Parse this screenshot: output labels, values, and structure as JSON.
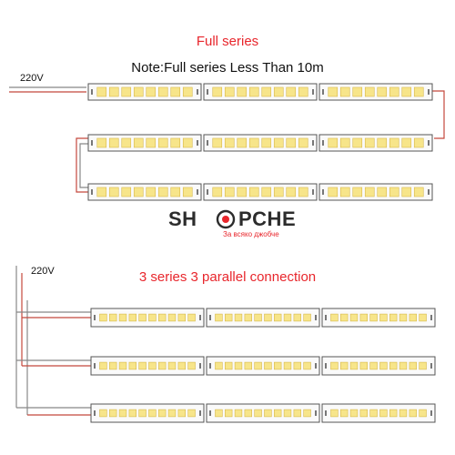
{
  "diagram": {
    "title_full": "Full series",
    "note": "Note:Full series Less Than 10m",
    "voltage_top": "220V",
    "voltage_bottom": "220V",
    "title_parallel": "3 series 3 parallel connection"
  },
  "logo": {
    "part1": "SH",
    "part2": "PCHE",
    "tagline": "За всяко джобче"
  },
  "colors": {
    "accent": "#e8262c",
    "led": "#f7e58a",
    "wire": "#c4483c",
    "strip_border": "#555555"
  }
}
